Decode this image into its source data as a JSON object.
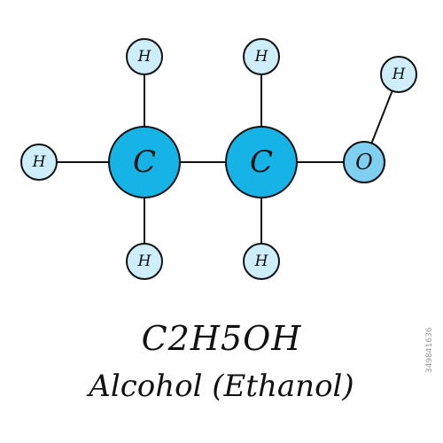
{
  "diagram": {
    "formula": "C2H5OH",
    "name": "Alcohol (Ethanol)",
    "stock_id": "349841636",
    "colors": {
      "carbon_fill": "#15b3e6",
      "hydrogen_fill": "#cdeefa",
      "oxygen_fill": "#7fd0f0",
      "stroke": "#111111",
      "bond": "#111111"
    },
    "atoms": [
      {
        "id": "c1",
        "element": "carbon",
        "label": "C"
      },
      {
        "id": "c2",
        "element": "carbon",
        "label": "C"
      },
      {
        "id": "o1",
        "element": "oxygen",
        "label": "O"
      },
      {
        "id": "h1",
        "element": "hydrogen",
        "label": "H"
      },
      {
        "id": "h2",
        "element": "hydrogen",
        "label": "H"
      },
      {
        "id": "h3",
        "element": "hydrogen",
        "label": "H"
      },
      {
        "id": "h4",
        "element": "hydrogen",
        "label": "H"
      },
      {
        "id": "h5",
        "element": "hydrogen",
        "label": "H"
      },
      {
        "id": "h6",
        "element": "hydrogen",
        "label": "H"
      }
    ],
    "bonds": [
      [
        "c1",
        "c2"
      ],
      [
        "c2",
        "o1"
      ],
      [
        "o1",
        "h6"
      ],
      [
        "c1",
        "h1"
      ],
      [
        "c1",
        "h2"
      ],
      [
        "c1",
        "h3"
      ],
      [
        "c2",
        "h4"
      ],
      [
        "c2",
        "h5"
      ]
    ]
  }
}
